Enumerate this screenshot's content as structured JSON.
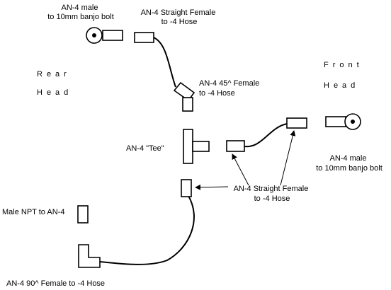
{
  "labels": {
    "rear_banjo": [
      "AN-4 male",
      "to 10mm banjo bolt"
    ],
    "rear_straight": [
      "AN-4 Straight Female",
      "to -4 Hose"
    ],
    "rear_head": [
      "Rear",
      "Head"
    ],
    "fitting_45": [
      "AN-4 45^ Female",
      "to -4 Hose"
    ],
    "front_head": [
      "Front",
      "Head"
    ],
    "tee": "AN-4 \"Tee\"",
    "front_banjo": [
      "AN-4 male",
      "to 10mm banjo bolt"
    ],
    "straight_lower": [
      "AN-4 Straight Female",
      "to -4 Hose"
    ],
    "npt": "Male NPT to AN-4",
    "fitting_90": "AN-4 90^ Female to -4 Hose"
  },
  "colors": {
    "line": "#000000",
    "background": "#ffffff"
  }
}
